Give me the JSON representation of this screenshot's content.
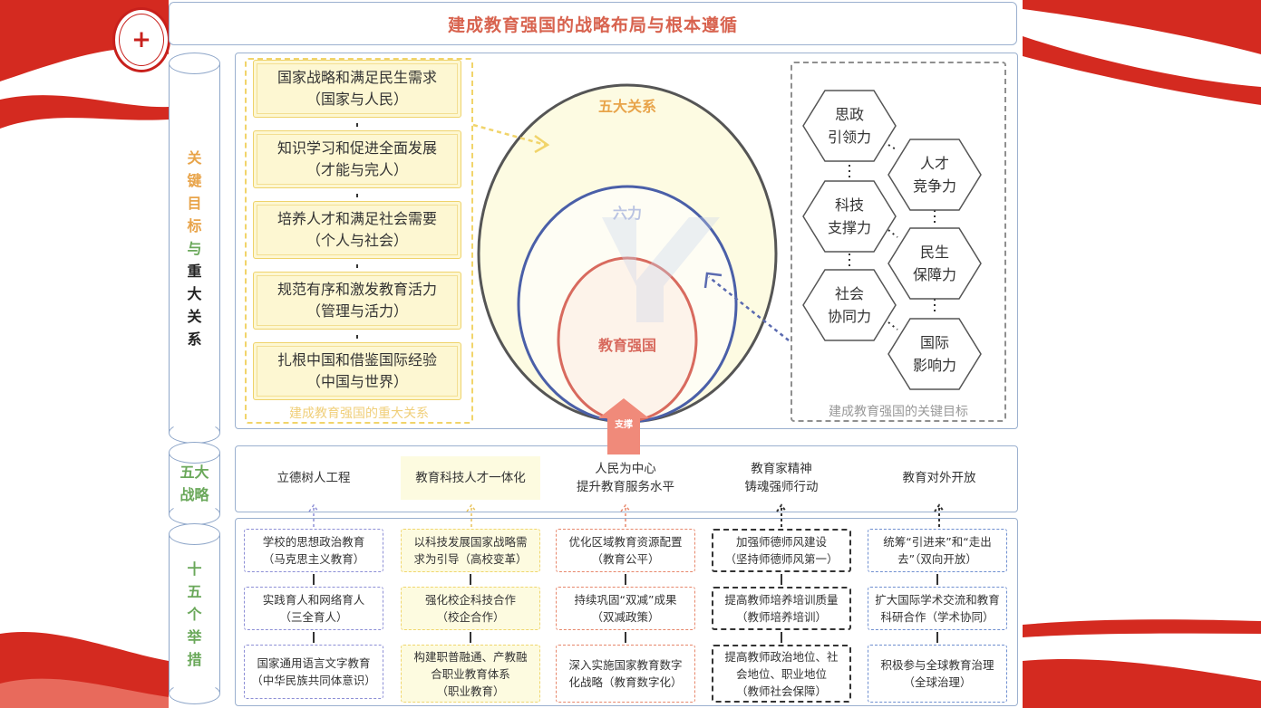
{
  "title": "建成教育强国的战略布局与根本遵循",
  "logo": {
    "mark": "+"
  },
  "cylinders": {
    "goals_relations": [
      "关",
      "键",
      "目",
      "标",
      "与",
      "重",
      "大",
      "关",
      "系"
    ],
    "strategies": [
      "五大",
      "战略"
    ],
    "measures": [
      "十",
      "五",
      "个",
      "举",
      "措"
    ]
  },
  "relations": {
    "items": [
      {
        "line1": "国家战略和满足民生需求",
        "line2": "（国家与人民）"
      },
      {
        "line1": "知识学习和促进全面发展",
        "line2": "（才能与完人）"
      },
      {
        "line1": "培养人才和满足社会需要",
        "line2": "（个人与社会）"
      },
      {
        "line1": "规范有序和激发教育活力",
        "line2": "（管理与活力）"
      },
      {
        "line1": "扎根中国和借鉴国际经验",
        "line2": "（中国与世界）"
      }
    ],
    "caption": "建成教育强国的重大关系"
  },
  "circles": {
    "outer": "五大关系",
    "middle": "六力",
    "inner": "教育强国",
    "arrow_label": "支撑"
  },
  "goals": {
    "items": [
      {
        "line1": "思政",
        "line2": "引领力"
      },
      {
        "line1": "人才",
        "line2": "竞争力"
      },
      {
        "line1": "科技",
        "line2": "支撑力"
      },
      {
        "line1": "民生",
        "line2": "保障力"
      },
      {
        "line1": "社会",
        "line2": "协同力"
      },
      {
        "line1": "国际",
        "line2": "影响力"
      }
    ],
    "caption": "建成教育强国的关键目标"
  },
  "strategies": [
    {
      "line1": "立德树人工程",
      "line2": ""
    },
    {
      "line1": "教育科技人才一体化",
      "line2": ""
    },
    {
      "line1": "人民为中心",
      "line2": "提升教育服务水平"
    },
    {
      "line1": "教育家精神",
      "line2": "铸魂强师行动"
    },
    {
      "line1": "教育对外开放",
      "line2": ""
    }
  ],
  "measures": [
    [
      {
        "line1": "学校的思想政治教育",
        "line2": "（马克思主义教育）",
        "line3": ""
      },
      {
        "line1": "实践育人和网络育人",
        "line2": "（三全育人）",
        "line3": ""
      },
      {
        "line1": "国家通用语言文字教育",
        "line2": "（中华民族共同体意识）",
        "line3": ""
      }
    ],
    [
      {
        "line1": "以科技发展国家战略需",
        "line2": "求为引导（高校变革）",
        "line3": ""
      },
      {
        "line1": "强化校企科技合作",
        "line2": "（校企合作）",
        "line3": ""
      },
      {
        "line1": "构建职普融通、产教融",
        "line2": "合职业教育体系",
        "line3": "（职业教育）"
      }
    ],
    [
      {
        "line1": "优化区域教育资源配置",
        "line2": "（教育公平）",
        "line3": ""
      },
      {
        "line1": "持续巩固“双减”成果",
        "line2": "（双减政策）",
        "line3": ""
      },
      {
        "line1": "深入实施国家教育数字",
        "line2": "化战略（教育数字化）",
        "line3": ""
      }
    ],
    [
      {
        "line1": "加强师德师风建设",
        "line2": "（坚持师德师风第一）",
        "line3": ""
      },
      {
        "line1": "提高教师培养培训质量",
        "line2": "（教师培养培训）",
        "line3": ""
      },
      {
        "line1": "提高教师政治地位、社",
        "line2": "会地位、职业地位",
        "line3": "（教师社会保障）"
      }
    ],
    [
      {
        "line1": "统筹“引进来”和“走出",
        "line2": "去”（双向开放）",
        "line3": ""
      },
      {
        "line1": "扩大国际学术交流和教育",
        "line2": "科研合作（学术协同）",
        "line3": ""
      },
      {
        "line1": "积极参与全球教育治理",
        "line2": "（全球治理）",
        "line3": ""
      }
    ]
  ],
  "colors": {
    "title": "#d8634f",
    "band_red": "#c8201c",
    "yellow": "#f1d46a",
    "outer_circle": "#555555",
    "middle_circle": "#4a5fa8",
    "inner_circle": "#d86a5e",
    "arrow": "#f08a7a"
  }
}
